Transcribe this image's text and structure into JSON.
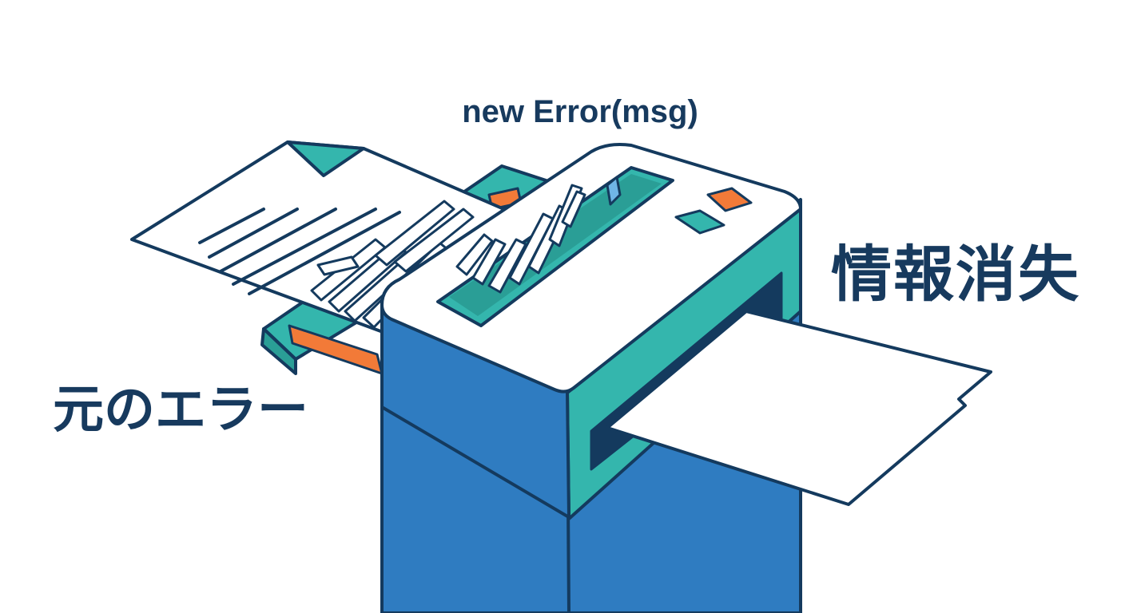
{
  "labels": {
    "code": "new Error(msg)",
    "result": "情報消失",
    "original": "元のエラー"
  },
  "colors": {
    "outline": "#143a5e",
    "body_blue": "#2f7cc1",
    "teal": "#34b6ad",
    "orange": "#f27a38",
    "paper": "#ffffff",
    "dark_slot": "#143a5e",
    "light_blue": "#6fb5e6"
  },
  "icons": {
    "shredder": "paper-shredder-icon",
    "document": "document-icon",
    "output_paper": "blank-paper-icon"
  }
}
